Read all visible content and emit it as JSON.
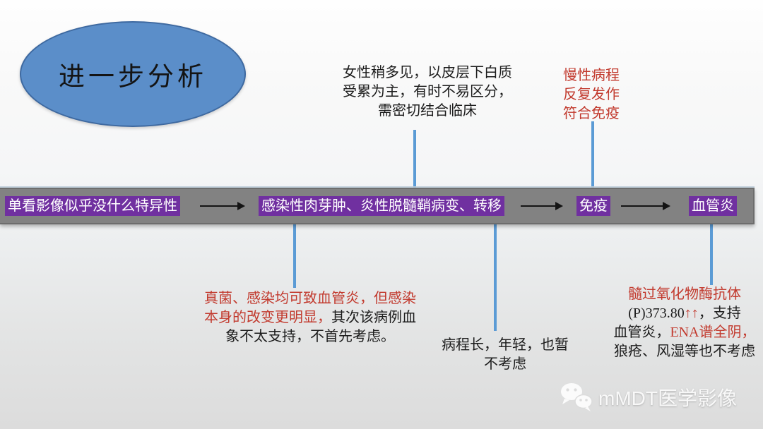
{
  "slide": {
    "title": "进一步分析",
    "watermark_text": "mMDT医学影像",
    "watermark_icon": "wechat-icon"
  },
  "flow": {
    "steps": [
      "单看影像似乎没什么特异性",
      "感染性肉芽肿、炎性脱髓鞘病变、转移",
      "免疫",
      "血管炎"
    ]
  },
  "notes": {
    "top_middle": {
      "lines": [
        "女性稍多见，以皮层下白质",
        "受累为主，有时不易区分，",
        "需密切结合临床"
      ]
    },
    "top_right": {
      "lines": [
        "慢性病程",
        "反复发作",
        "符合免疫"
      ]
    },
    "bottom_left": {
      "line1_red": "真菌、感染均可致血管炎，但感染",
      "line2_red": "本身的改变更明显，",
      "line2_black": "其次该病例血",
      "line3_black": "象不太支持，不首先考虑。"
    },
    "bottom_middle": {
      "lines": [
        "病程长，年轻，也暂",
        "不考虑"
      ]
    },
    "bottom_right": {
      "line1_red": "髓过氧化物酶抗体",
      "line2_black1": "(P)373.80",
      "line2_red": "↑↑",
      "line2_black2": "，支持",
      "line3_black": "血管炎，",
      "line3_red": "ENA谱全阴，",
      "line4_black": "狼疮、风湿等也不考虑"
    }
  },
  "colors": {
    "ellipse_fill": "#5B8EC9",
    "ellipse_border": "#3E69A0",
    "connector_blue": "#5B9BD5",
    "bar_gray": "#828282",
    "highlight_purple": "#7030A0",
    "text_red": "#C23A2E",
    "text_black": "#1C1C1C"
  }
}
